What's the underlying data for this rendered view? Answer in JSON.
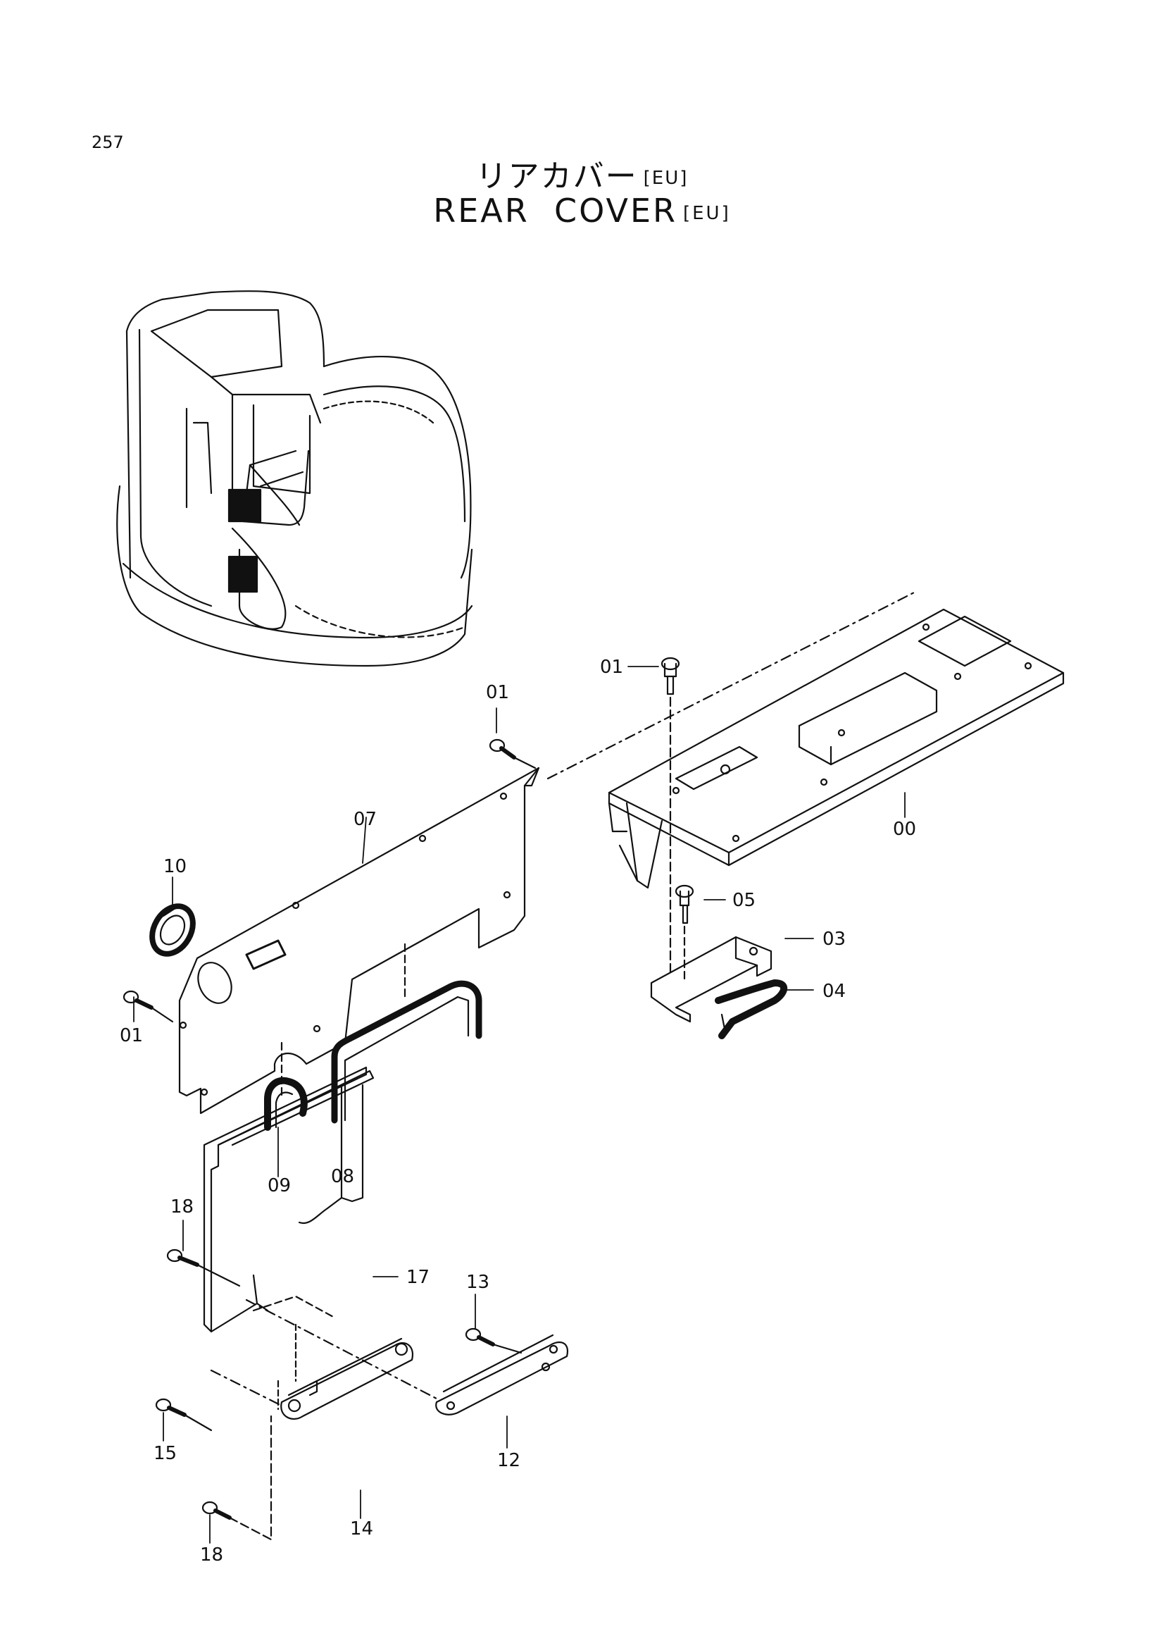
{
  "page_number": "257",
  "title": {
    "japanese": "リアカバー",
    "english": "REAR  COVER",
    "variant_tag": "[EU]"
  },
  "callouts": [
    {
      "id": "c01a",
      "text": "01"
    },
    {
      "id": "c01b",
      "text": "01"
    },
    {
      "id": "c01c",
      "text": "01"
    },
    {
      "id": "c00",
      "text": "00"
    },
    {
      "id": "c07",
      "text": "07"
    },
    {
      "id": "c10",
      "text": "10"
    },
    {
      "id": "c05",
      "text": "05"
    },
    {
      "id": "c03",
      "text": "03"
    },
    {
      "id": "c04",
      "text": "04"
    },
    {
      "id": "c09",
      "text": "09"
    },
    {
      "id": "c08",
      "text": "08"
    },
    {
      "id": "c18a",
      "text": "18"
    },
    {
      "id": "c17",
      "text": "17"
    },
    {
      "id": "c13",
      "text": "13"
    },
    {
      "id": "c15",
      "text": "15"
    },
    {
      "id": "c12",
      "text": "12"
    },
    {
      "id": "c14",
      "text": "14"
    },
    {
      "id": "c18b",
      "text": "18"
    }
  ]
}
